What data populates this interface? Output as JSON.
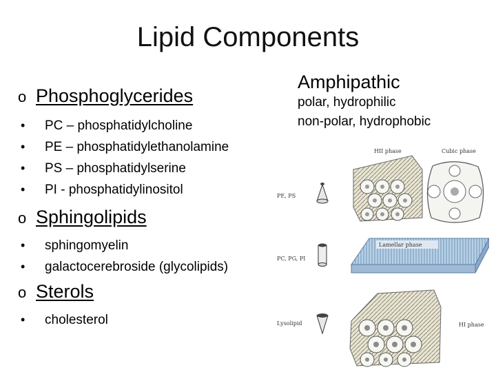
{
  "title": "Lipid Components",
  "bullet_glyph": "o",
  "item_glyph": "•",
  "sections": [
    {
      "heading": "Phosphoglycerides",
      "items": [
        "PC – phosphatidylcholine",
        "PE – phosphatidylethanolamine",
        "PS – phosphatidylserine",
        "PI - phosphatidylinositol"
      ]
    },
    {
      "heading": "Sphingolipids",
      "items": [
        "sphingomyelin",
        "galactocerebroside (glycolipids)"
      ]
    },
    {
      "heading": "Sterols",
      "items": [
        "cholesterol"
      ]
    }
  ],
  "amphipathic": {
    "heading": "Amphipathic",
    "lines": [
      "polar, hydrophilic",
      "non-polar, hydrophobic"
    ]
  },
  "figure": {
    "labels": {
      "hii_phase": "HII phase",
      "cubic_phase": "Cubic phase",
      "pe_ps": "PE, PS",
      "lamellar_phase": "Lamellar phase",
      "pc_pg_pi": "PC, PG, PI",
      "lysolipid": "Lysolipid",
      "hi_phase": "HI phase"
    }
  }
}
